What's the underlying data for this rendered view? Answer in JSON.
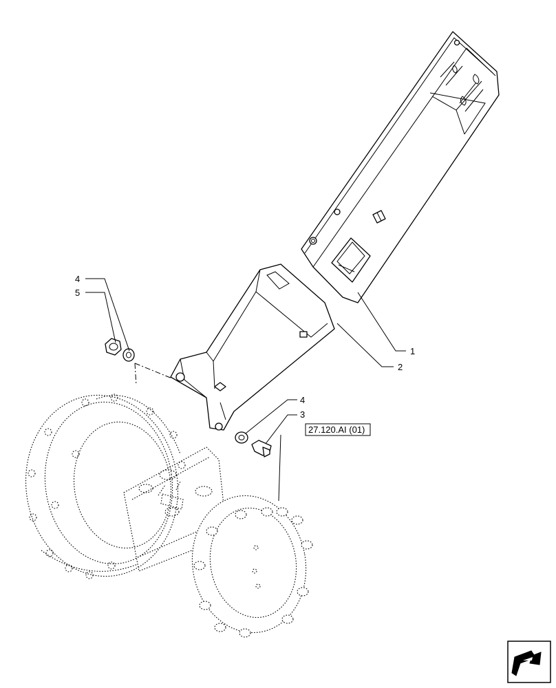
{
  "callouts": {
    "item_1": "1",
    "item_2": "2",
    "item_3": "3",
    "item_4_upper": "4",
    "item_5": "5",
    "item_4_lower": "4"
  },
  "reference": {
    "label": "27.120.AI (01)"
  },
  "nav": {
    "icon": "next-page-arrow-icon"
  }
}
